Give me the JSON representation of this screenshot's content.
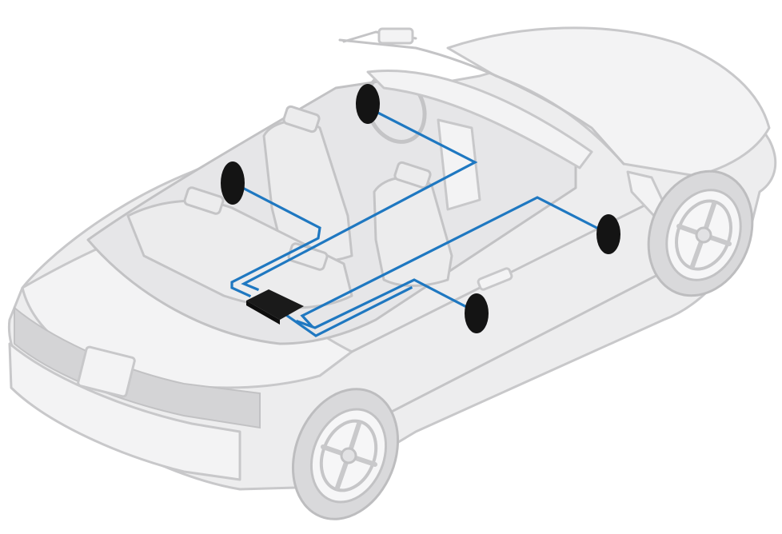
{
  "colors": {
    "wire": "#1f78c1",
    "speaker": "#141414",
    "amplifier": "#1a1a1a",
    "car_body": "#ededee",
    "car_outline": "#c8c8ca"
  },
  "components": {
    "amplifier": {
      "kind": "amplifier",
      "count": 1
    },
    "speakers": [
      {
        "kind": "speaker",
        "location": "front-left"
      },
      {
        "kind": "speaker",
        "location": "front-right"
      },
      {
        "kind": "speaker",
        "location": "rear-left"
      },
      {
        "kind": "speaker",
        "location": "rear-right"
      }
    ]
  }
}
